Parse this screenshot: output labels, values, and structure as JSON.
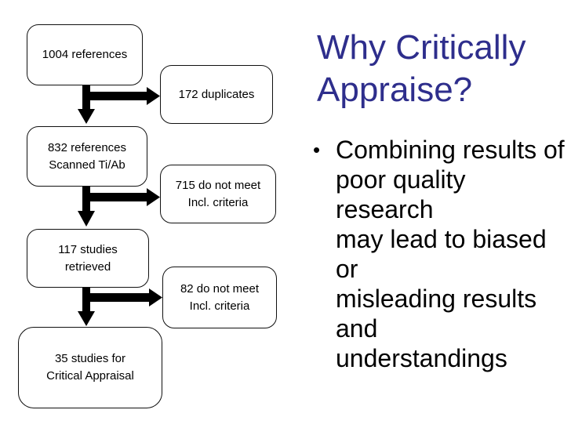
{
  "slide": {
    "title": "Why Critically Appraise?",
    "title_color": "#2e2e8c",
    "bullet": {
      "marker": "•",
      "text": "Combining results of poor quality research may lead to biased or misleading results and understandings",
      "lines": [
        "Combining results of",
        "poor quality research",
        "may lead to biased or",
        "misleading results and",
        "understandings"
      ]
    }
  },
  "flowchart": {
    "arrow_color": "#000000",
    "box_border_color": "#111111",
    "boxes": [
      {
        "id": "box-1004-references",
        "lines": [
          "1004 references"
        ]
      },
      {
        "id": "box-172-duplicates",
        "lines": [
          "172 duplicates"
        ]
      },
      {
        "id": "box-832-references",
        "lines": [
          "832 references",
          "Scanned Ti/Ab"
        ]
      },
      {
        "id": "box-715-not-meet",
        "lines": [
          "715 do not meet",
          "Incl. criteria"
        ]
      },
      {
        "id": "box-117-studies",
        "lines": [
          "117 studies",
          "retrieved"
        ]
      },
      {
        "id": "box-82-not-meet",
        "lines": [
          "82 do not meet",
          "Incl. criteria"
        ]
      },
      {
        "id": "box-35-studies",
        "lines": [
          "35 studies for",
          "Critical Appraisal"
        ]
      }
    ]
  }
}
